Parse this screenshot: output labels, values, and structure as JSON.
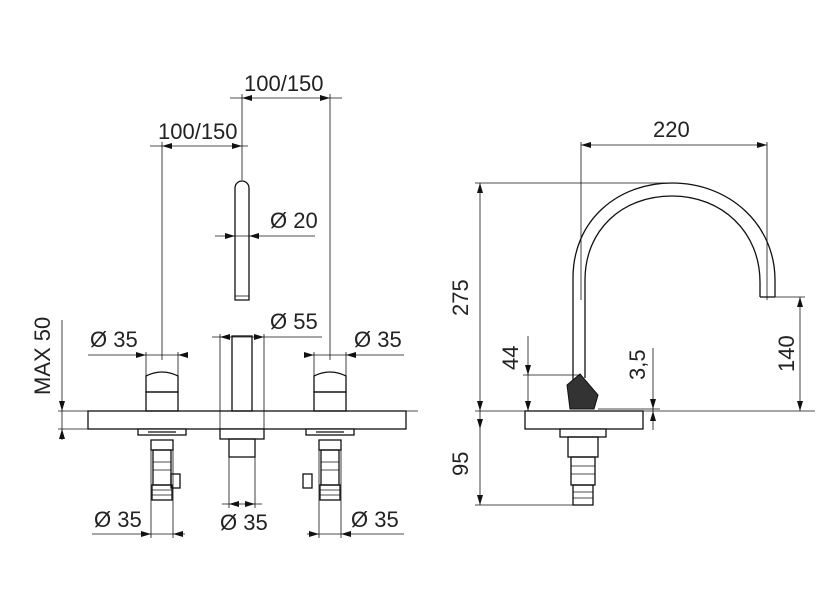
{
  "front_view": {
    "spacing_left": "100/150",
    "spacing_right": "100/150",
    "spout_diameter": "Ø 20",
    "spout_base_diameter": "Ø 55",
    "handle_left_diameter": "Ø 35",
    "handle_right_diameter": "Ø 35",
    "max_deck": "MAX 50",
    "shank_left_diameter": "Ø 35",
    "shank_center_diameter": "Ø 35",
    "shank_right_diameter": "Ø 35"
  },
  "side_view": {
    "reach": "220",
    "height": "275",
    "outlet_height": "140",
    "lever_height": "44",
    "base_height": "3,5",
    "below_deck": "95"
  }
}
